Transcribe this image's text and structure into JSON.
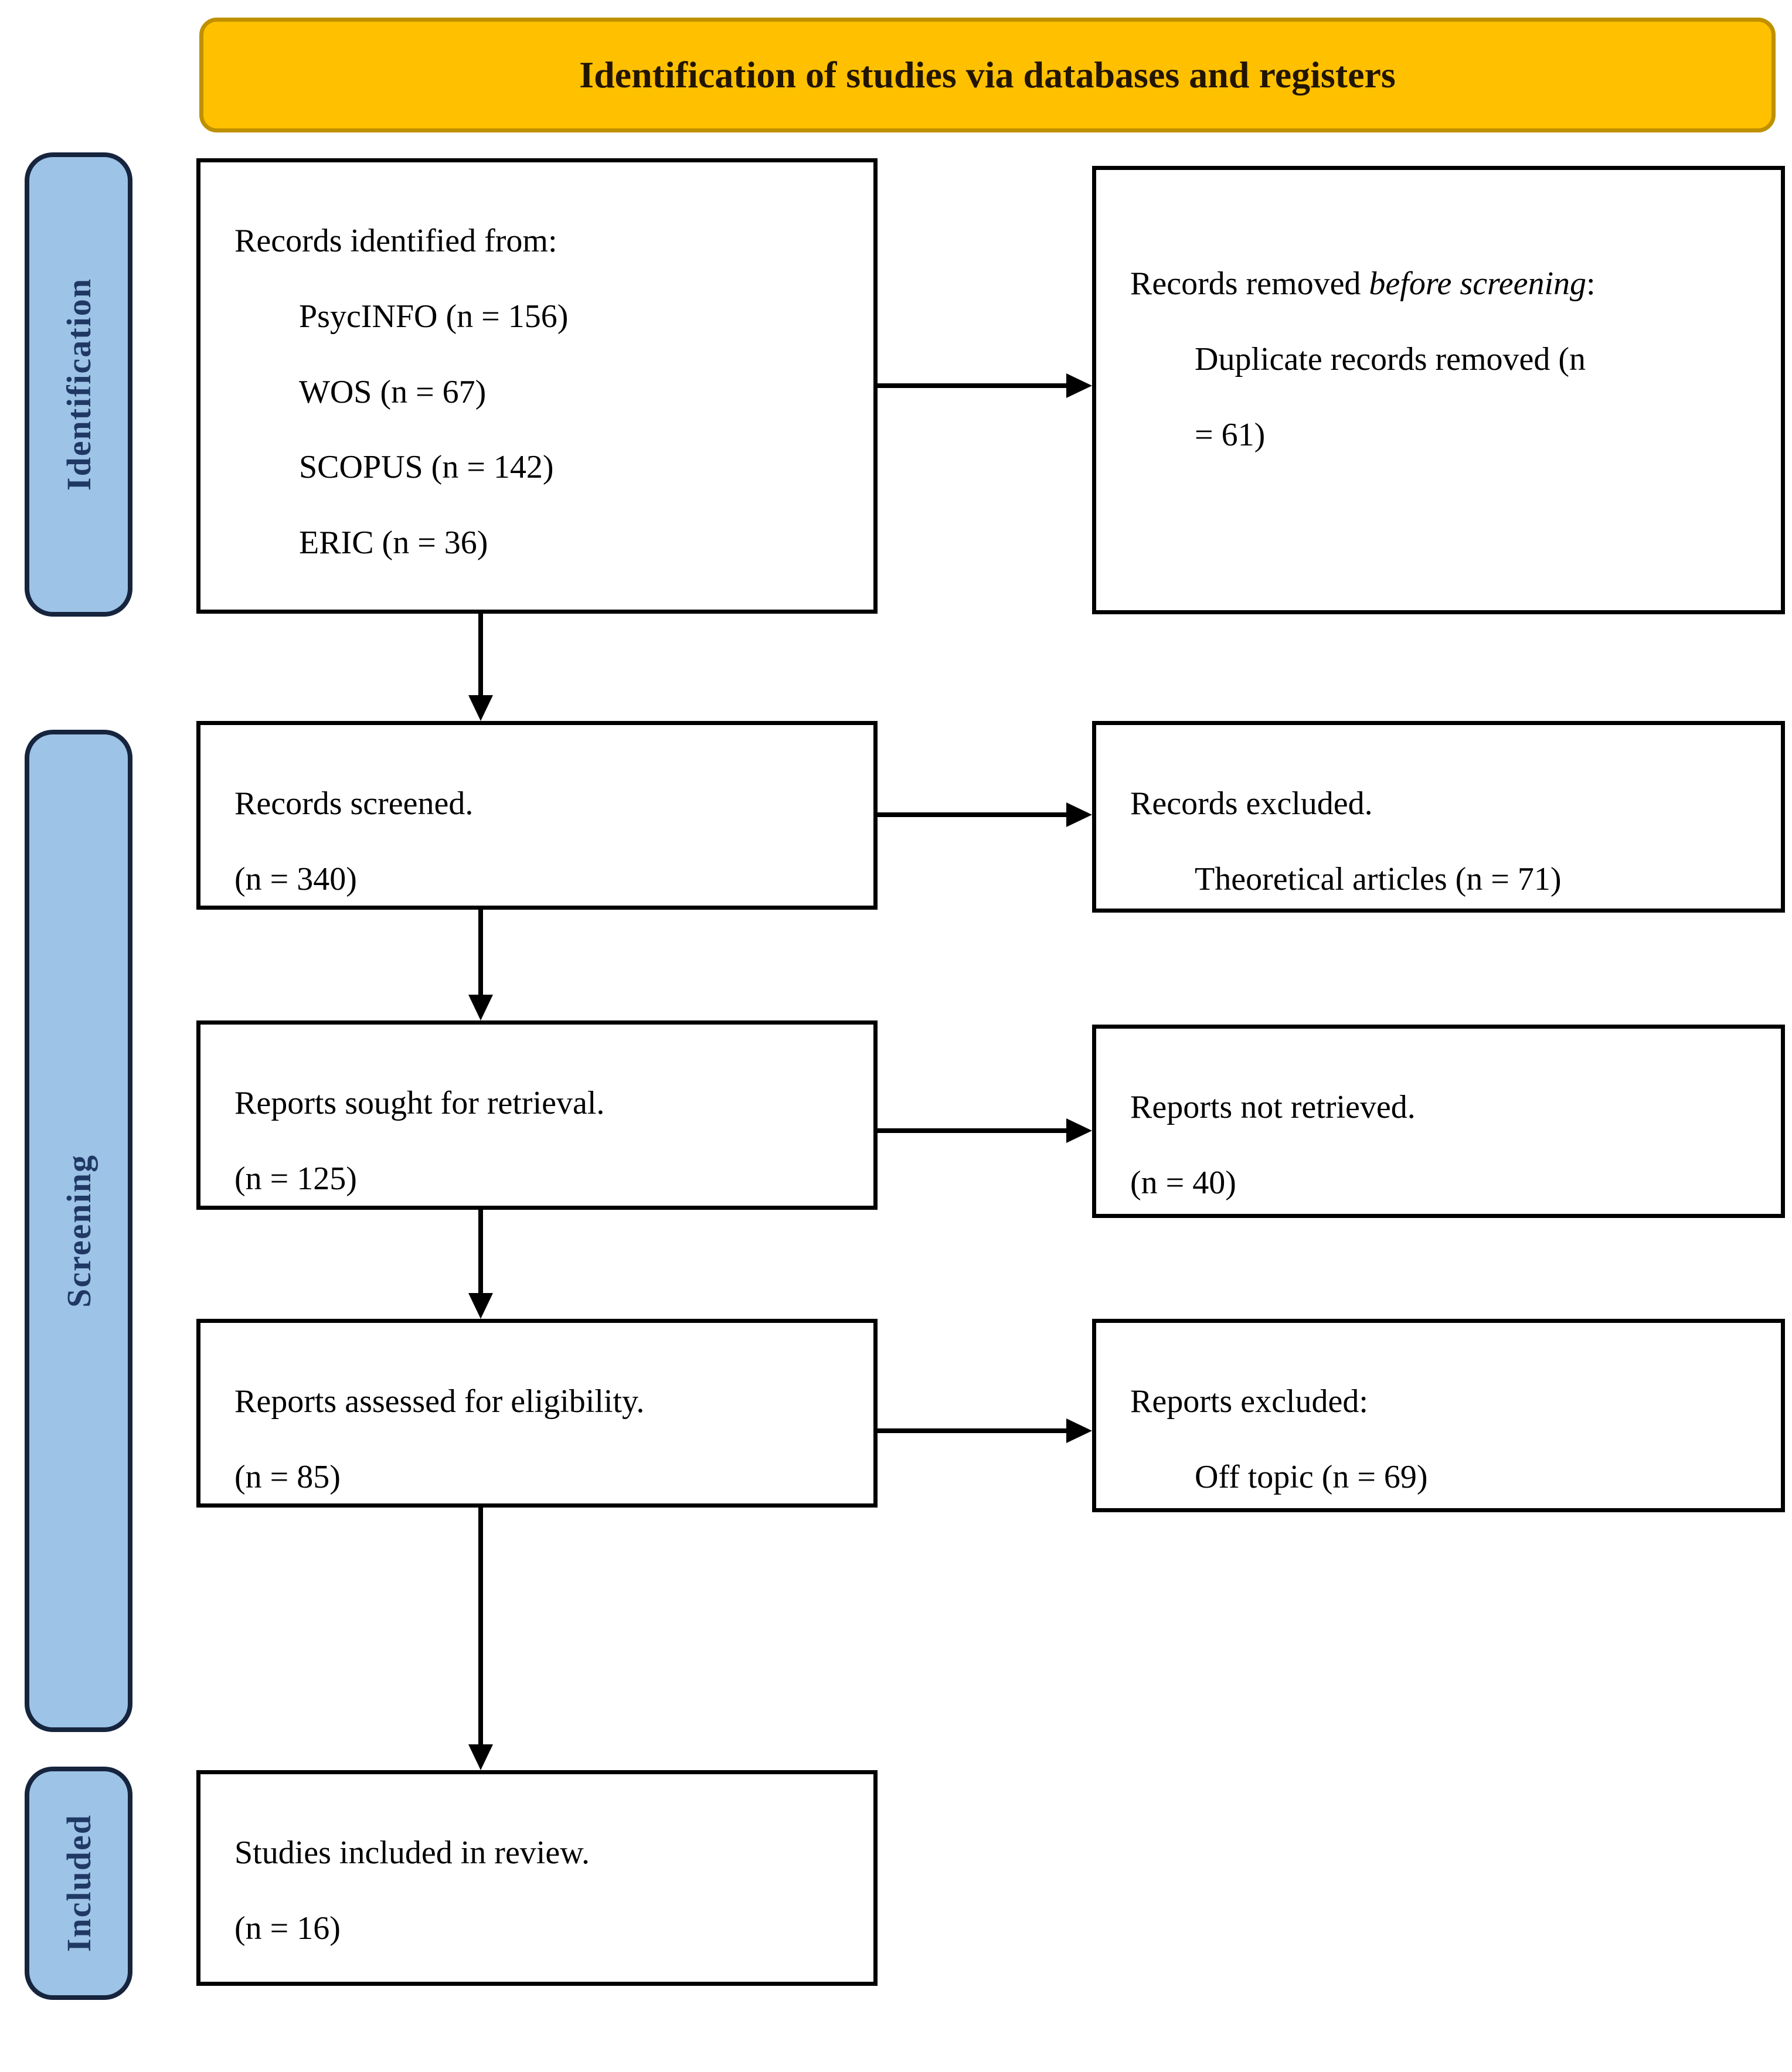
{
  "banner": {
    "title": "Identification of studies via databases and registers"
  },
  "sidebar": {
    "identification": "Identification",
    "screening": "Screening",
    "included": "Included"
  },
  "boxes": {
    "identified": {
      "l1": "Records identified from:",
      "l2": "PsycINFO (n = 156)",
      "l3": "WOS (n = 67)",
      "l4": "SCOPUS (n = 142)",
      "l5": "ERIC (n = 36)"
    },
    "removed": {
      "l1_prefix": "Records removed ",
      "l1_italic": "before screening",
      "l1_suffix": ":",
      "l2": "Duplicate records removed (n",
      "l3": "= 61)"
    },
    "screened": {
      "l1": "Records screened.",
      "l2": "(n = 340)"
    },
    "excluded": {
      "l1": "Records excluded.",
      "l2": "Theoretical articles (n = 71)"
    },
    "sought": {
      "l1": "Reports sought for retrieval.",
      "l2": "(n = 125)"
    },
    "not_retrieved": {
      "l1": "Reports not retrieved.",
      "l2": "(n = 40)"
    },
    "assessed": {
      "l1": "Reports assessed for eligibility.",
      "l2": "(n = 85)"
    },
    "reports_excluded": {
      "l1": "Reports excluded:",
      "l2": "Off topic (n = 69)"
    },
    "included_box": {
      "l1": "Studies included in review.",
      "l2": "(n = 16)"
    }
  },
  "colors": {
    "banner_bg": "#FFC000",
    "banner_border": "#BF9000",
    "banner_text": "#221500",
    "sidebar_bg": "#9DC3E6",
    "sidebar_border": "#16243D",
    "sidebar_text": "#1F3864",
    "box_border": "#000000",
    "arrow": "#000000"
  }
}
